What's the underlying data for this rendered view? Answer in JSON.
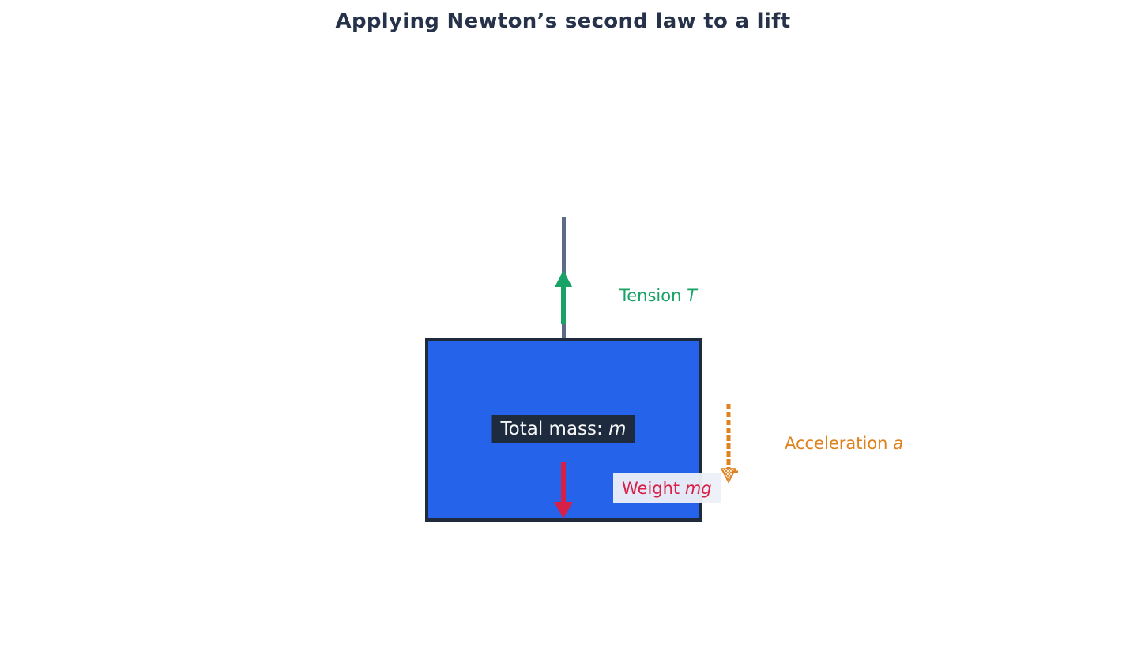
{
  "title": "Applying Newton’s second law to a lift",
  "lift": {
    "mass_label": {
      "text": "Total mass: ",
      "symbol": "m"
    },
    "forces": {
      "tension": {
        "label": "Tension ",
        "symbol": "T",
        "direction": "up",
        "color": "#18a266"
      },
      "weight": {
        "label": "Weight ",
        "symbol": "mg",
        "direction": "down",
        "color": "#d81f47"
      },
      "acceleration": {
        "label": "Acceleration ",
        "symbol": "a",
        "direction": "down",
        "arrow_style": "dashed",
        "color": "#df821d"
      }
    },
    "colors": {
      "box_fill": "#2563eb",
      "box_border": "#1f2a3c",
      "cable": "#5d6b87",
      "mass_label_bg": "#1e2a3e",
      "mass_label_text": "#f7f7f7",
      "weight_label_bg": "#edf0f7",
      "title_text": "#26324a",
      "background": "#ffffff"
    }
  }
}
